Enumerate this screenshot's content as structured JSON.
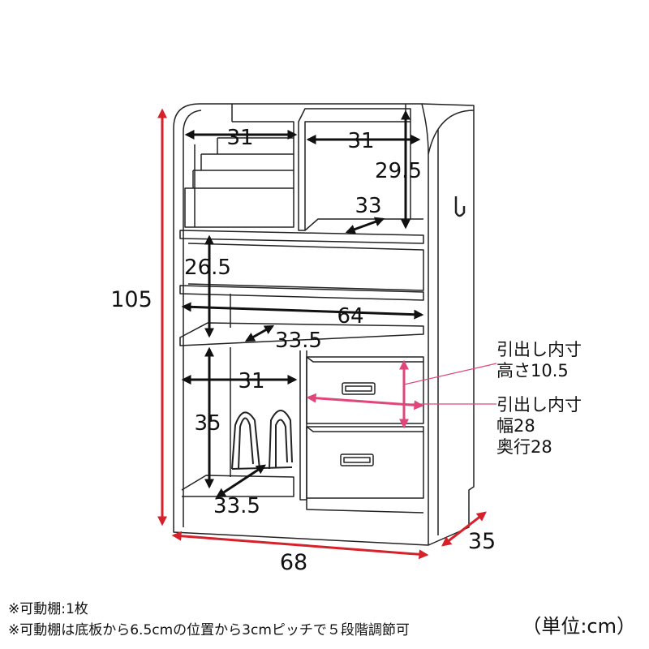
{
  "dimensions": {
    "height_total": "105",
    "width_total": "68",
    "depth_total": "35",
    "top_left_width": "31",
    "top_right_width": "31",
    "top_right_height": "29.5",
    "top_right_depth": "33",
    "middle_height": "26.5",
    "middle_width": "64",
    "middle_depth": "33.5",
    "lower_left_width": "31",
    "lower_left_height": "35",
    "lower_left_depth": "33.5"
  },
  "callouts": {
    "drawer_height": {
      "line1": "引出し内寸",
      "line2": "高さ10.5"
    },
    "drawer_width_depth": {
      "line1": "引出し内寸",
      "line2": "幅28",
      "line3": "奥行28"
    }
  },
  "notes": [
    "※可動棚:1枚",
    "※可動棚は底板から6.5cmの位置から3cmピッチで５段階調節可"
  ],
  "unit_label": "（単位:cm）",
  "colors": {
    "overall_dimension_line": "#d6212a",
    "callout_line": "#e0467a",
    "inner_dimension_arrow": "#111111",
    "outline": "#222222"
  }
}
